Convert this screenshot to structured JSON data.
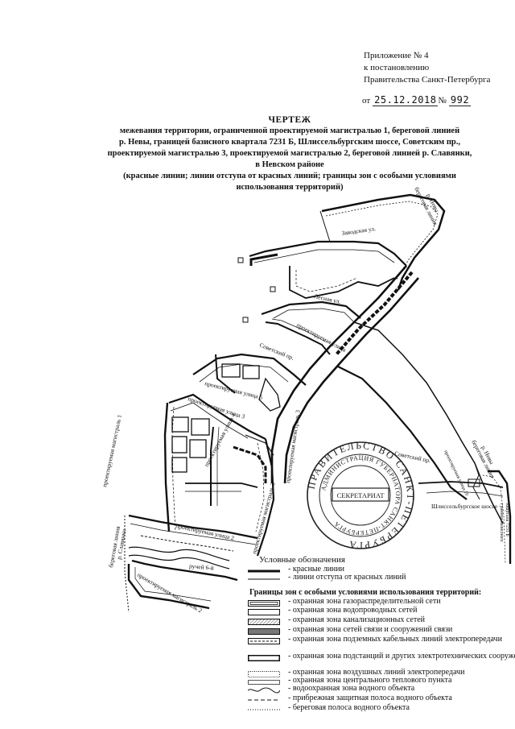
{
  "appendix": {
    "line1": "Приложение № 4",
    "line2": "к постановлению",
    "line3": "Правительства Санкт-Петербурга"
  },
  "decree": {
    "from_label": "от",
    "date": "25.12.2018",
    "number_label": "№",
    "number": "992"
  },
  "title": {
    "line1": "ЧЕРТЕЖ",
    "line2": "межевания территории, ограниченной проектируемой магистралью 1, береговой линией",
    "line3": "р. Невы, границей базисного квартала 7231 Б, Шлиссельбургским шоссе, Советским пр.,",
    "line4": "проектируемой магистралью 3, проектируемой магистралью 2, береговой линией р. Славянки,",
    "line5": "в Невском районе",
    "line6": "(красные линии; линии отступа от красных линий; границы зон с особыми условиями",
    "line7": "использования территорий)"
  },
  "map": {
    "labels": {
      "neva_shore_top_1": "береговая линия",
      "neva_shore_top_2": "р. Невы",
      "zavodskaya": "Заводская ул.",
      "lesnaya": "Лесная ул.",
      "proj_street_1": "проектируемая улица",
      "sovetsky_1": "Советский пр.",
      "proj_street_5": "проектируемая улица 5",
      "proj_street_3": "проектируемая улица 3",
      "proj_street_4": "проектируемая улица 4",
      "proj_street_2": "проектируемая улица 2",
      "proj_magistral_1": "проектируемая магистраль 1",
      "proj_magistral_3a": "проектируемая магистраль 3",
      "proj_magistral_3b": "проектируемая магистраль 3",
      "proj_magistral_2": "проектируемая магистраль 2",
      "slavyanka_1": "береговая линия",
      "slavyanka_2": "р. Славянки",
      "ruchey": "ручей 6-й",
      "sovetsky_2": "Советский пр.",
      "neva_shore_right_1": "береговая линия",
      "neva_shore_right_2": "р. Невы",
      "shlisselburg": "Шлиссельбургское шоссе",
      "kvartal_1": "граница базисного",
      "kvartal_2": "квартала 7231 Б",
      "proj_street_10": "проектируемая улица 10"
    },
    "seal": {
      "outer_text": "ПРАВИТЕЛЬСТВО САНКТ-ПЕТЕРБУРГА",
      "inner_text": "АДМИНИСТРАЦИЯ ГУБЕРНАТОРА САНКТ-ПЕТЕРБУРГА",
      "center": "СЕКРЕТАРИАТ"
    }
  },
  "legend": {
    "heading": "Условные обозначения",
    "group_heading": "Границы зон с особыми условиями использования территорий:",
    "items": [
      {
        "label": "красные линии",
        "symbol": "bold-line"
      },
      {
        "label": "линии отступа от красных линий",
        "symbol": "thin-line"
      },
      {
        "label": "охранная зона газораспределительной сети",
        "symbol": "double-box"
      },
      {
        "label": "охранная зона водопроводных сетей",
        "symbol": "box"
      },
      {
        "label": "охранная зона канализационных сетей",
        "symbol": "hatched-box"
      },
      {
        "label": "охранная зона сетей связи и сооружений связи",
        "symbol": "dark-box"
      },
      {
        "label": "охранная зона подземных кабельных линий электропередачи",
        "symbol": "box-dash"
      },
      {
        "label": "охранная зона подстанций и других электротехнических сооружений",
        "symbol": "solid-box"
      },
      {
        "label": "охранная зона воздушных линий электропередачи",
        "symbol": "dotted-box"
      },
      {
        "label": "охранная зона центрального теплового пункта",
        "symbol": "thin-box"
      },
      {
        "label": "водоохранная зона водного объекта",
        "symbol": "wavy"
      },
      {
        "label": "прибрежная защитная полоса водного объекта",
        "symbol": "dash-line"
      },
      {
        "label": "береговая полоса водного объекта",
        "symbol": "dot-line"
      }
    ]
  }
}
